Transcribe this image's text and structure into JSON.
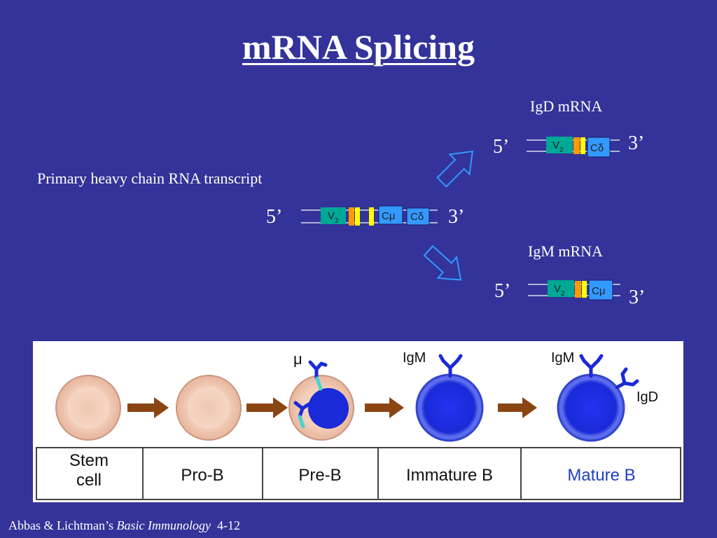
{
  "title": "mRNA Splicing",
  "primary": {
    "label": "Primary heavy chain RNA transcript",
    "five": "5’",
    "three": "3’",
    "segments": {
      "v": "V",
      "v_sub": "2",
      "cmu": "Cμ",
      "cdelta": "Cδ"
    }
  },
  "igd": {
    "label": "IgD mRNA",
    "five": "5’",
    "three": "3’",
    "segments": {
      "v": "V",
      "v_sub": "2",
      "c": "Cδ"
    }
  },
  "igm": {
    "label": "IgM mRNA",
    "five": "5’",
    "three": "3’",
    "segments": {
      "v": "V",
      "v_sub": "2",
      "c": "Cμ"
    }
  },
  "colors": {
    "background": "#333399",
    "v_segment": "#00a896",
    "c_segment": "#3399ff",
    "orange_exon": "#ff9900",
    "yellow_exon": "#ffff00",
    "arrow": "#3399ff",
    "brown_arrow": "#8b4513",
    "mature_b_label": "#1f3fbf"
  },
  "figure": {
    "annotations": {
      "mu": "μ",
      "pre_igm": "IgM",
      "mature_igm": "IgM",
      "igd": "IgD"
    },
    "stages": [
      "Stem\ncell",
      "Pro-B",
      "Pre-B",
      "Immature B",
      "Mature B"
    ]
  },
  "citation": {
    "authors": "Abbas & Lichtman’s ",
    "book": "Basic Immunology",
    "page": "4-12"
  }
}
